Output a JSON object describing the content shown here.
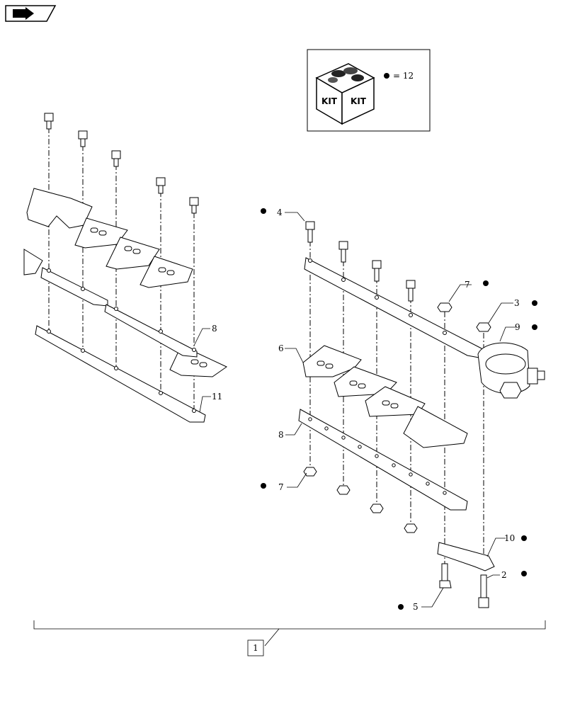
{
  "nav_icon": "page-nav-arrow-icon",
  "kit_box": {
    "label_left": "KIT",
    "label_right": "KIT",
    "legend_symbol": "bullet",
    "legend_text": "= 12"
  },
  "callouts": {
    "c1": "1",
    "c2": "2",
    "c3": "3",
    "c4": "4",
    "c5": "5",
    "c6": "6",
    "c7a": "7",
    "c7b": "7",
    "c8a": "8",
    "c8b": "8",
    "c9": "9",
    "c10": "10",
    "c11": "11"
  },
  "colors": {
    "line": "#000000",
    "background": "#ffffff"
  }
}
